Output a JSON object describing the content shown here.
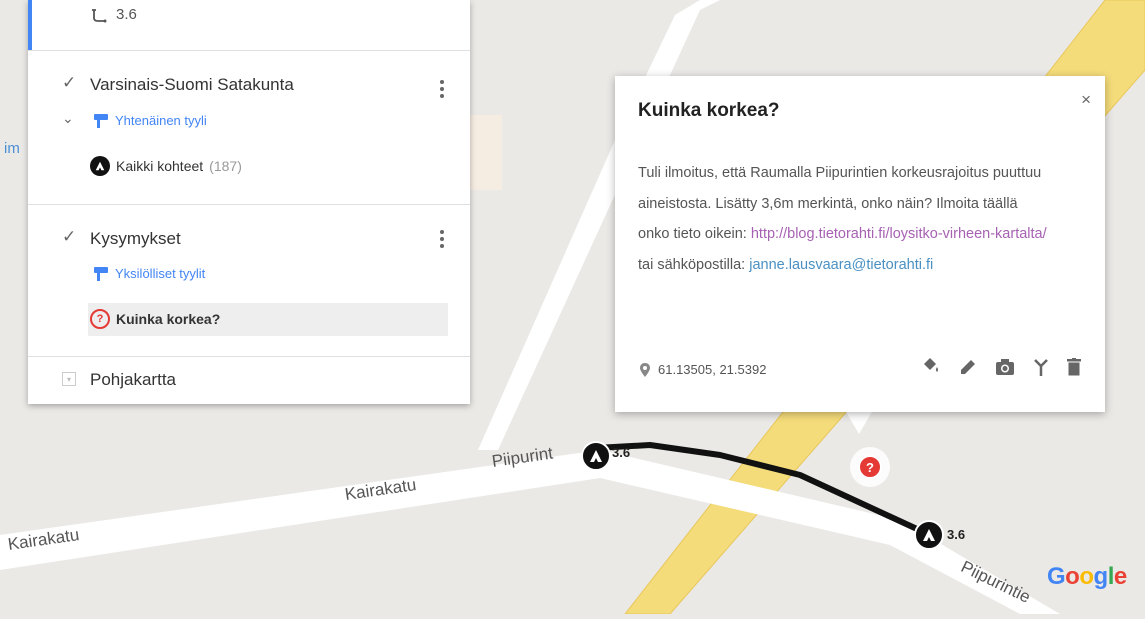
{
  "map": {
    "streets": [
      {
        "name": "Kairakatu"
      },
      {
        "name": "Kairakatu"
      },
      {
        "name": "Piipurint"
      },
      {
        "name": "Piipurintie"
      }
    ],
    "pins": [
      {
        "label": "3.6"
      },
      {
        "label": "3.6"
      }
    ],
    "google_logo": "Google",
    "edge_label": "im"
  },
  "legend": {
    "top_item": "3.6",
    "layers": [
      {
        "title": "Varsinais-Suomi Satakunta",
        "style": "Yhtenäinen tyyli",
        "item_label": "Kaikki kohteet",
        "item_count": "(187)"
      },
      {
        "title": "Kysymykset",
        "style": "Yksilölliset tyylit",
        "item_label": "Kuinka korkea?"
      }
    ],
    "basemap": "Pohjakartta"
  },
  "popup": {
    "title": "Kuinka korkea?",
    "close": "×",
    "body_text": "Tuli ilmoitus, että Raumalla Piipurintien korkeusrajoitus puuttuu aineistosta. Lisätty 3,6m merkintä, onko näin? Ilmoita täällä onko tieto oikein:",
    "link": "http://blog.tietorahti.fi/loysitko-virheen-kartalta/",
    "mid_text": "tai sähköpostilla:",
    "email": "janne.lausvaara@tietorahti.fi",
    "coords": "61.13505, 21.5392",
    "tools": [
      "style-icon",
      "edit-icon",
      "camera-icon",
      "route-icon",
      "delete-icon"
    ]
  },
  "colors": {
    "accent": "#4285f4",
    "question": "#e53935",
    "road_major": "#f5dc7a"
  }
}
